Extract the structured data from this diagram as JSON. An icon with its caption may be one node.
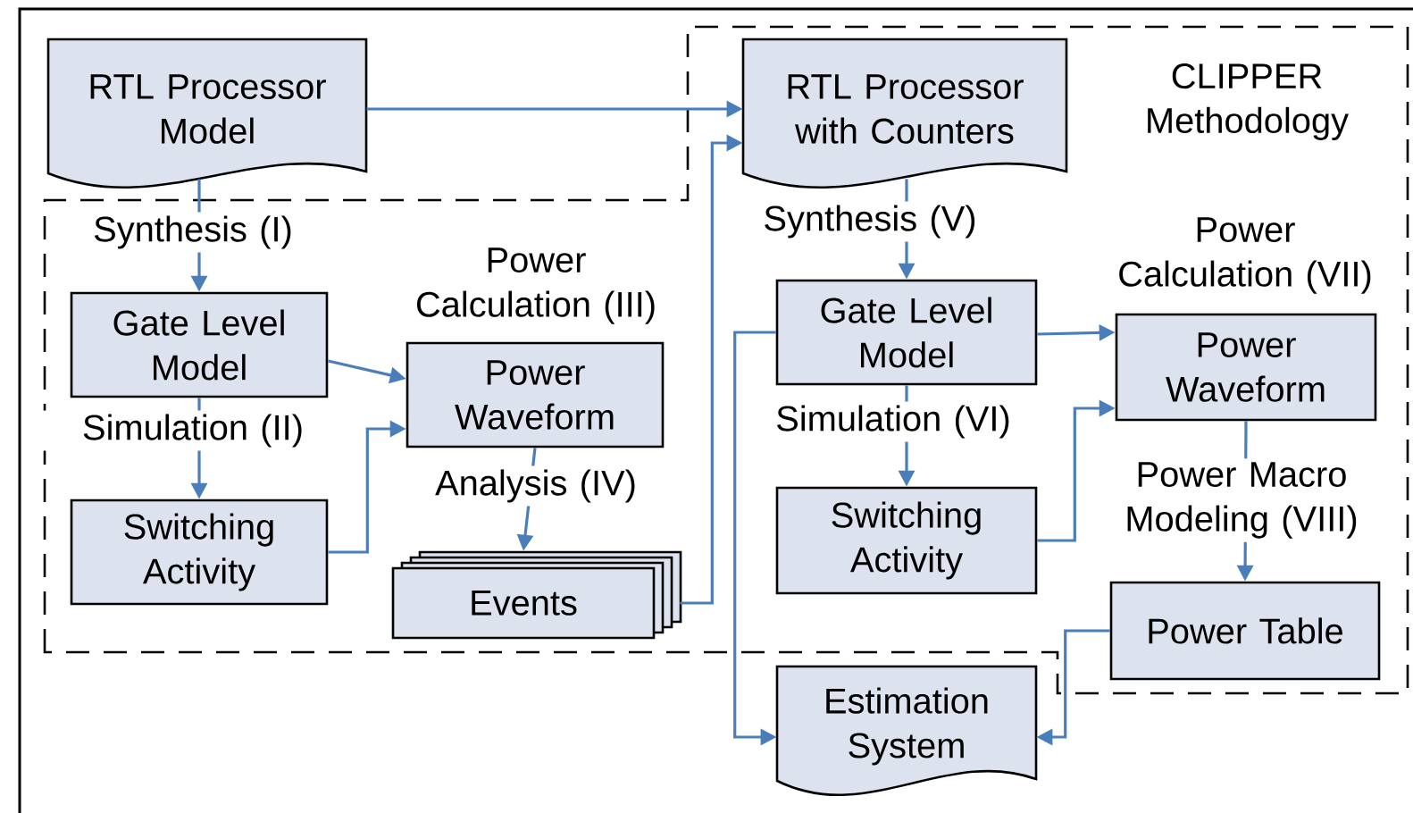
{
  "diagram": {
    "nodes": [
      {
        "text": [
          "RTL Processor Model"
        ]
      },
      {
        "text": [
          "Gate Level Model"
        ]
      },
      {
        "text": [
          "Power Waveform"
        ]
      },
      {
        "text": [
          "Switching Activity"
        ]
      },
      {
        "text": [
          "Events"
        ]
      },
      {
        "text": [
          "RTL Processor with Counters"
        ]
      },
      {
        "text": [
          "Gate Level Model"
        ]
      },
      {
        "text": [
          "Power Waveform"
        ]
      },
      {
        "text": [
          "Switching Activity"
        ]
      },
      {
        "text": [
          "Power Table"
        ]
      },
      {
        "text": [
          "Estimation System"
        ]
      }
    ],
    "edges": [
      {
        "from": 0,
        "to": 5,
        "arrow": "to"
      },
      {
        "from": 0,
        "to": 1,
        "arrow": "to",
        "label": "Synthesis (I)"
      },
      {
        "from": 1,
        "to": 3,
        "arrow": "to",
        "label": "Simulation (II)"
      },
      {
        "from": 1,
        "to": 2,
        "arrow": "to"
      },
      {
        "from": 3,
        "to": 2,
        "arrow": "to"
      },
      {
        "from": 2,
        "to": 4,
        "arrow": "to",
        "label": "Analysis (IV)"
      },
      {
        "from": 4,
        "to": 5,
        "arrow": "to"
      },
      {
        "from": 5,
        "to": 6,
        "arrow": "to",
        "label": "Synthesis (V)"
      },
      {
        "from": 6,
        "to": 7,
        "arrow": "to"
      },
      {
        "from": 6,
        "to": 8,
        "arrow": "to",
        "label": "Simulation (VI)"
      },
      {
        "from": 8,
        "to": 7,
        "arrow": "to"
      },
      {
        "from": 7,
        "to": 9,
        "arrow": "to",
        "label": "Power Macro Modeling (VIII)"
      },
      {
        "from": 6,
        "to": 10,
        "arrow": "to"
      },
      {
        "from": 9,
        "to": 10,
        "arrow": "to"
      }
    ],
    "labels": [
      "CLIPPER Methodology",
      "Power Calculation (III)",
      "Power Calculation (VII)"
    ]
  }
}
